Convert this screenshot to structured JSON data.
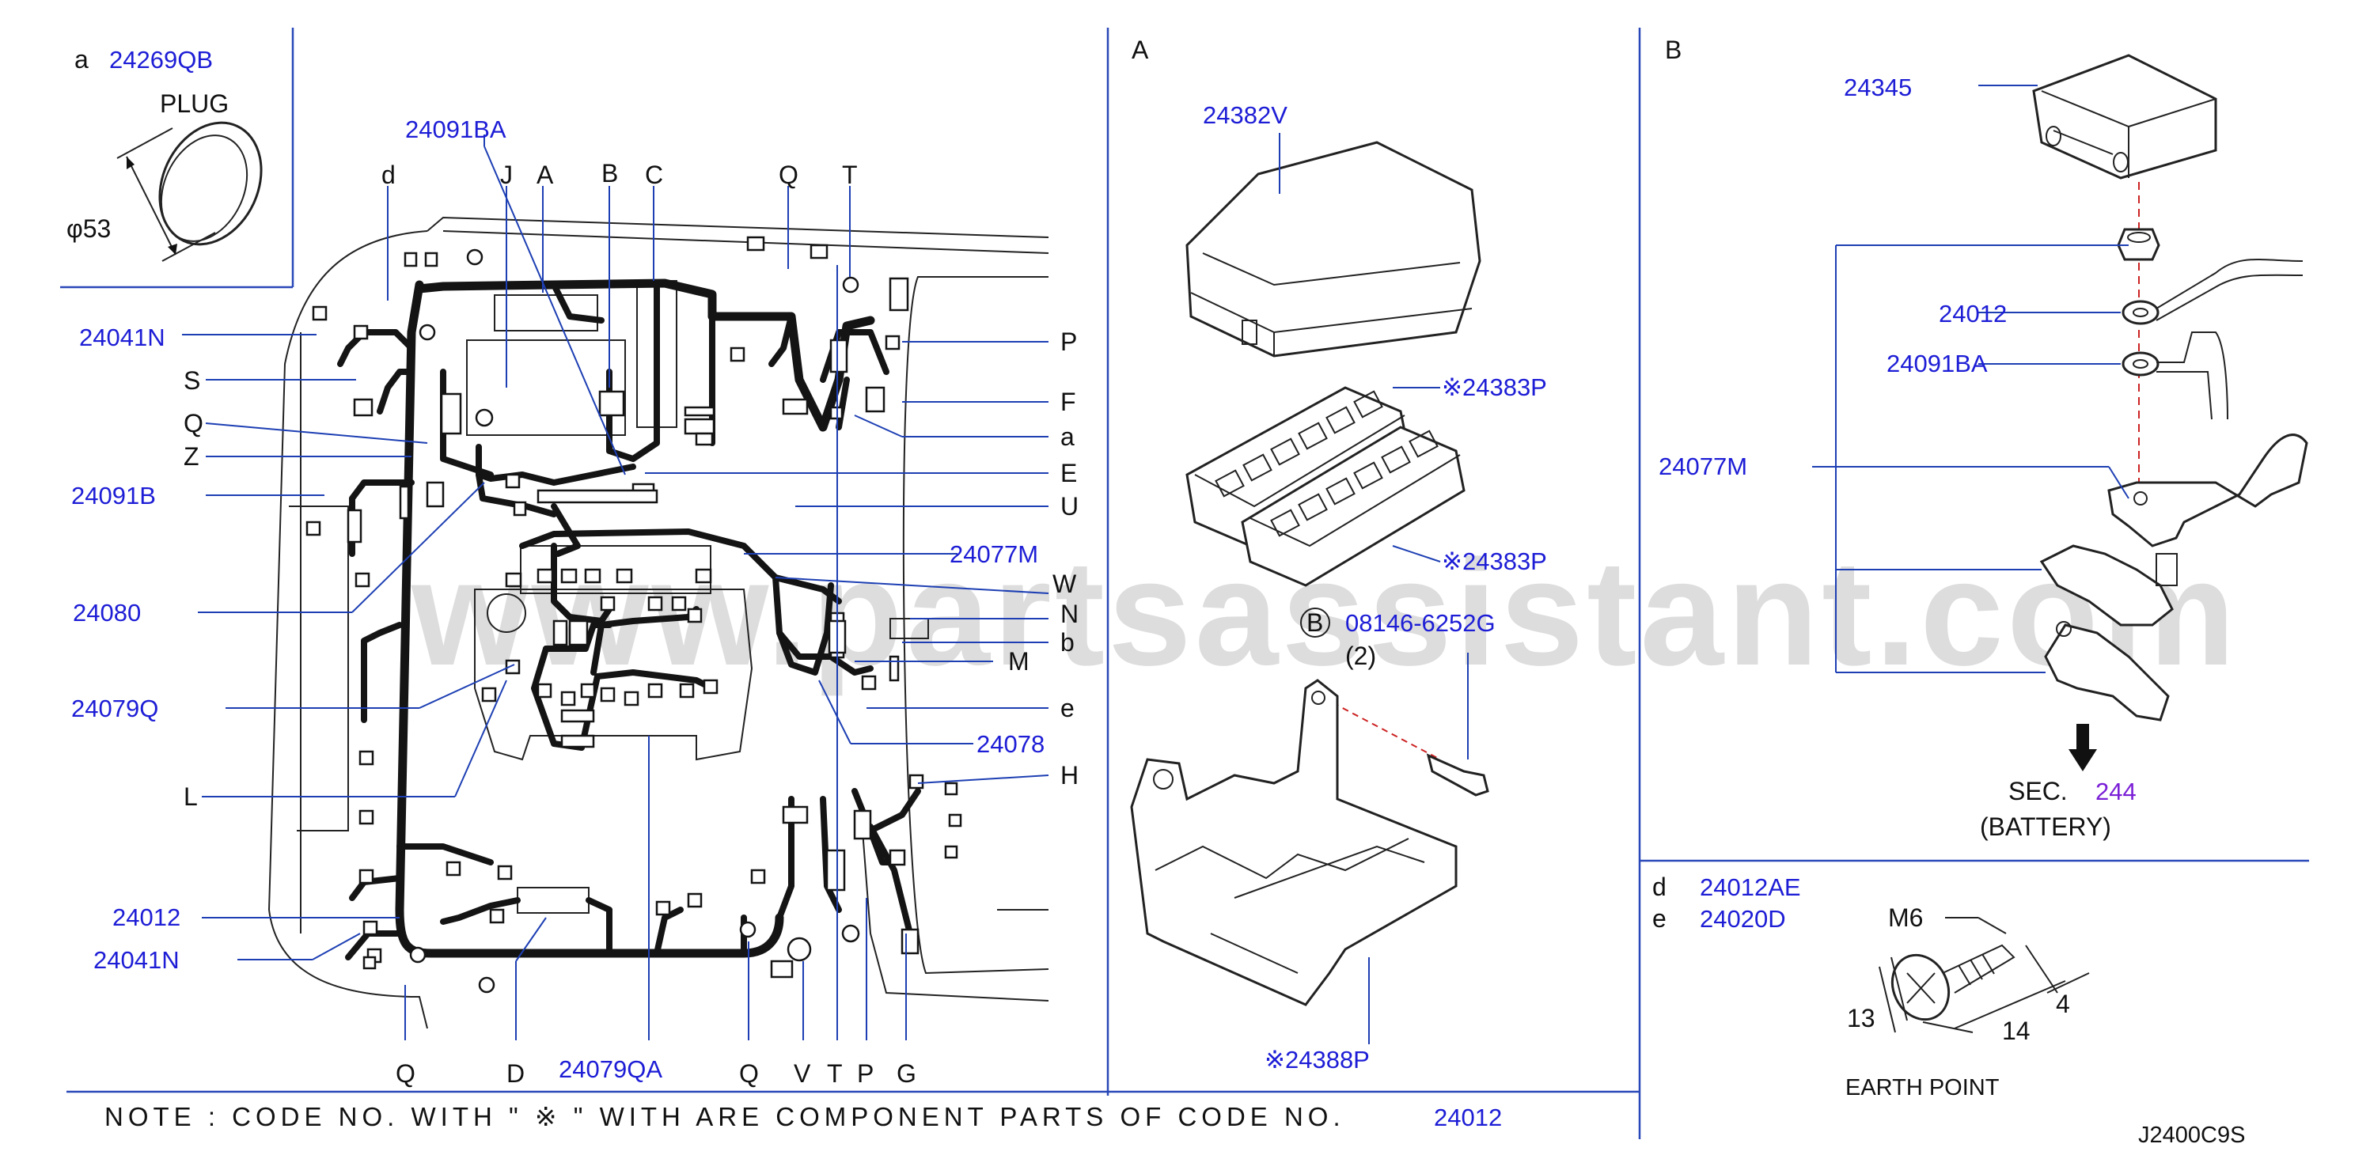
{
  "note": {
    "text": "NOTE  :  CODE  NO.  WITH  \"  ※ \"  WITH  ARE  COMPONENT  PARTS  OF  CODE  NO.",
    "code": "24012"
  },
  "drawing_id": "J2400C9S",
  "watermark": "www.partsassistant.com",
  "inset_a": {
    "tag": "a",
    "part": "24269QB",
    "label": "PLUG",
    "dim": "φ53"
  },
  "main_harness": {
    "part_labels": [
      "24091BA",
      "24041N",
      "24091B",
      "24080",
      "24079Q",
      "24012",
      "24041N",
      "24079QA",
      "24077M",
      "24078"
    ],
    "top_letters": [
      "d",
      "J",
      "A",
      "B",
      "C",
      "Q",
      "T"
    ],
    "left_letters": [
      "S",
      "Q",
      "Z",
      "L"
    ],
    "right_letters": [
      "P",
      "F",
      "a",
      "E",
      "U",
      "W",
      "N",
      "b",
      "M",
      "e",
      "H"
    ],
    "bottom_letters": [
      "Q",
      "D",
      "Q",
      "V",
      "T",
      "P",
      "G"
    ]
  },
  "section_a": {
    "title": "A",
    "cover": "24382V",
    "fuse_block_1": "※24383P",
    "fuse_block_2": "※24383P",
    "bolt_circle": "B",
    "bolt": "08146-6252G",
    "bolt_qty": "(2)",
    "bracket": "※24388P"
  },
  "section_b": {
    "title": "B",
    "cover": "24345",
    "ring_1": "24012",
    "ring_2": "24091BA",
    "plate": "24077M",
    "sec_label": "SEC.",
    "sec_num": "244",
    "battery": "(BATTERY)"
  },
  "section_de": {
    "d_tag": "d",
    "d_part": "24012AE",
    "e_tag": "e",
    "e_part": "24020D",
    "bolt_size": "M6",
    "dim_13": "13",
    "dim_14": "14",
    "dim_4": "4",
    "caption": "EARTH  POINT"
  },
  "colors": {
    "part_number": "#1d1dd6",
    "sec_number": "#7a1fd6",
    "divider": "#2948b8",
    "leader": "#1d3fb3"
  }
}
